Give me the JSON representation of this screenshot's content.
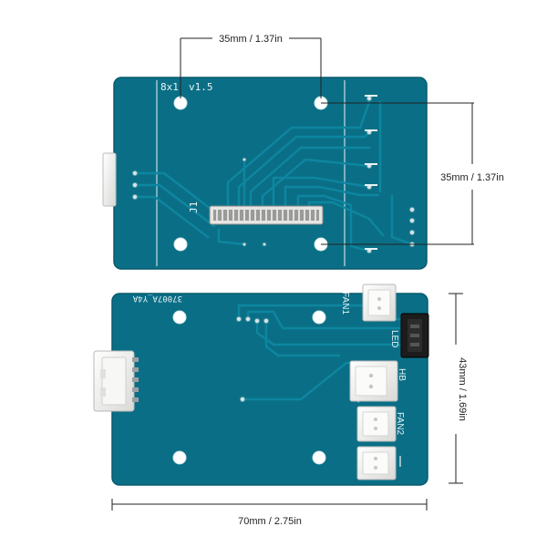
{
  "dimensions": {
    "top_width": "35mm / 1.37in",
    "right_height": "35mm / 1.37in",
    "side_height": "43mm / 1.69in",
    "bottom_width": "70mm / 2.75in"
  },
  "top_board": {
    "silk_label": "8x1",
    "version": "v1.5",
    "connector_label": "J1"
  },
  "bottom_board": {
    "part_code": "37007A_Y4A",
    "labels": {
      "fan1": "FAN1",
      "led": "LED",
      "hb": "HB",
      "fan2": "FAN2",
      "hb_marks": "- +"
    }
  },
  "colors": {
    "pcb": "#0a6f86",
    "pcb_edge": "#075a6d",
    "trace": "#0e86a0",
    "silkscreen": "#e8f4f4",
    "connector_white": "#f4f4f2",
    "connector_black": "#1c1c1c"
  }
}
